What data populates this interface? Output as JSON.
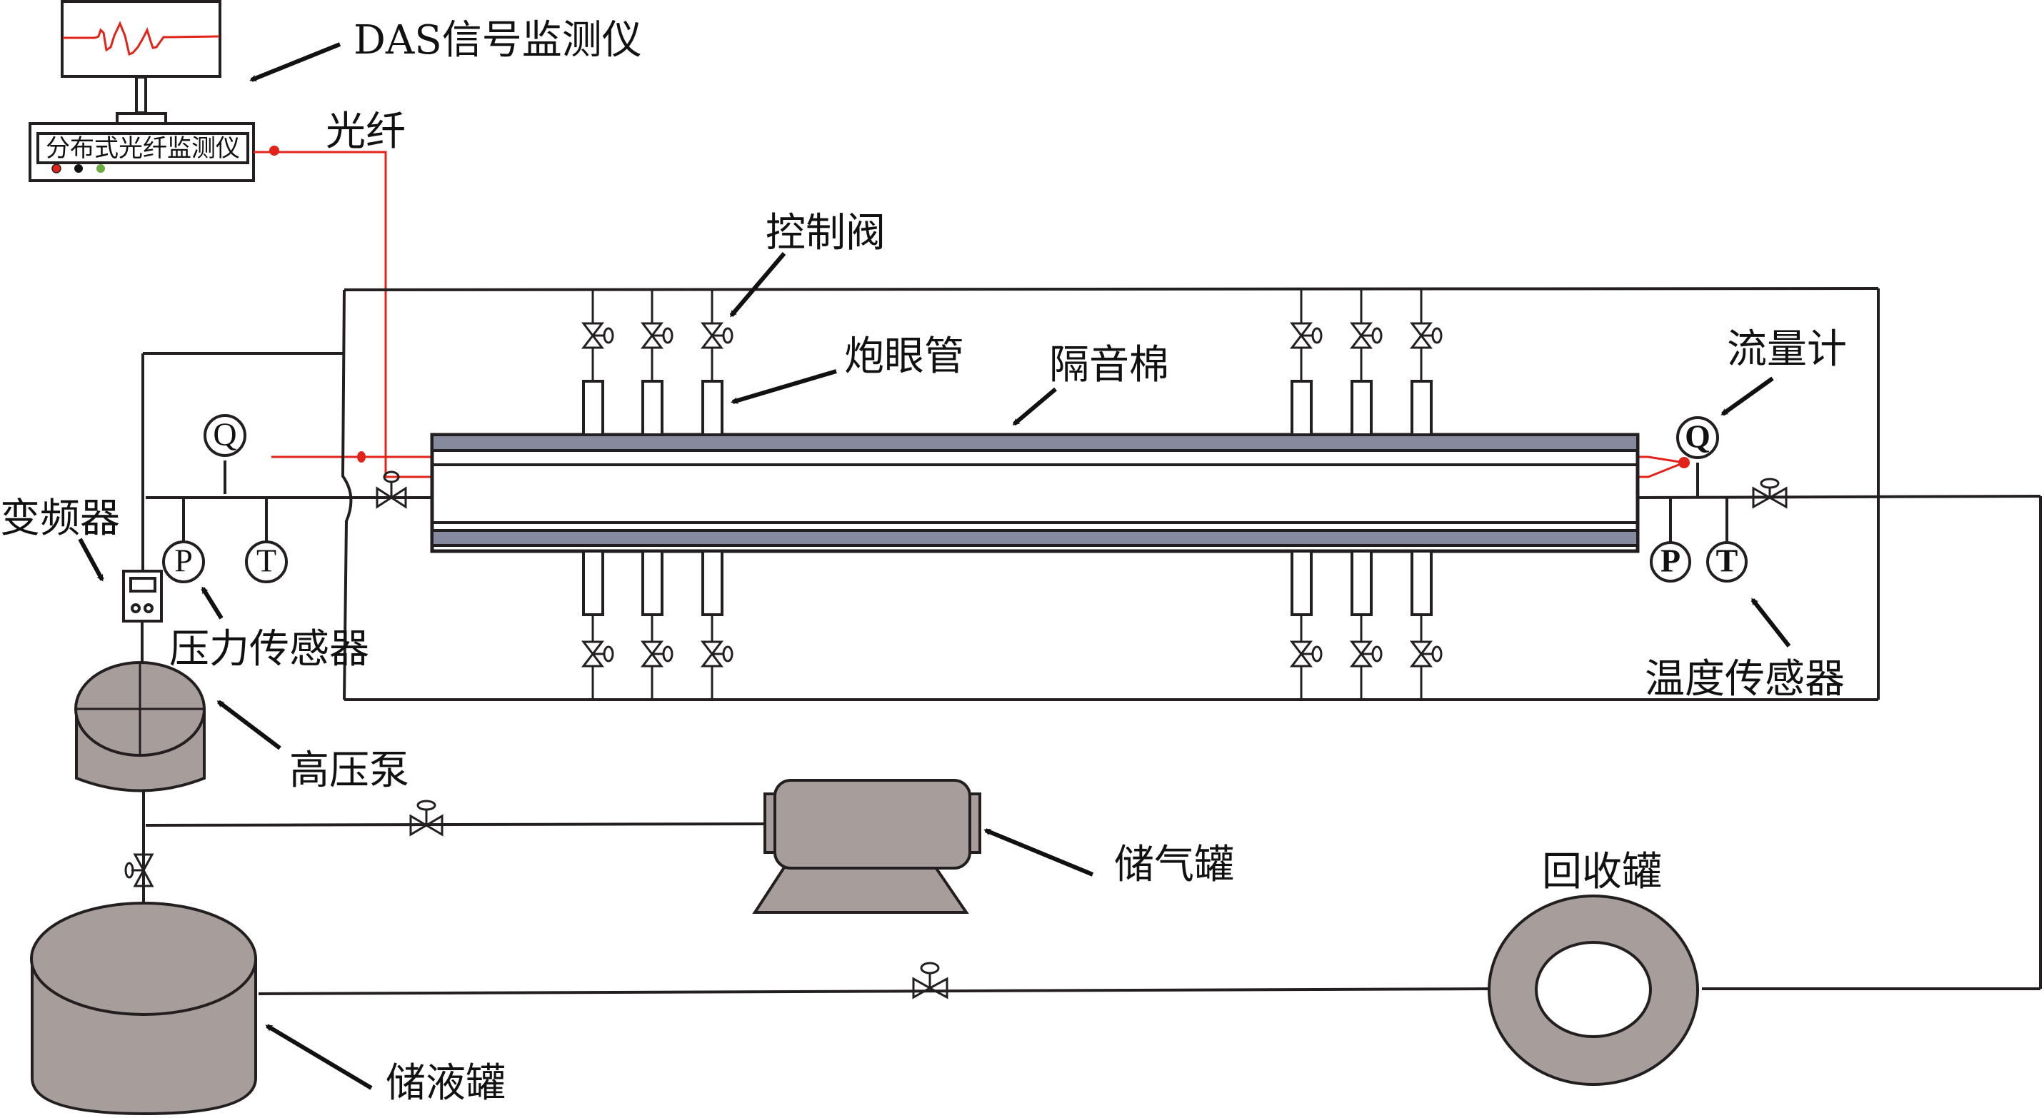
{
  "diagram": {
    "title": "DAS fiber-optic flow monitoring experimental setup",
    "labels": {
      "das_monitor": "DAS信号监测仪",
      "fiber": "光纤",
      "distributed_monitor": "分布式光纤监测仪",
      "control_valve": "控制阀",
      "perforation_tube": "炮眼管",
      "sound_insulation": "隔音棉",
      "flow_meter": "流量计",
      "inverter": "变频器",
      "pressure_sensor": "压力传感器",
      "temperature_sensor": "温度传感器",
      "high_pressure_pump": "高压泵",
      "gas_tank": "储气罐",
      "recovery_tank": "回收罐",
      "liquid_tank": "储液罐"
    },
    "gauges": {
      "inlet": {
        "flow": "Q",
        "pressure": "P",
        "temperature": "T"
      },
      "outlet": {
        "flow": "Q",
        "pressure": "P",
        "temperature": "T"
      }
    },
    "indicator_lights": [
      {
        "name": "red",
        "color": "#e2231a"
      },
      {
        "name": "black",
        "color": "#111111"
      },
      {
        "name": "green",
        "color": "#6aab3f"
      }
    ],
    "colors": {
      "fiber": "#e2231a",
      "tank_fill": "#a79d9b",
      "insulation_fill": "#868a9e",
      "line": "#231f20"
    },
    "perforation_groups": {
      "top_left_count": 3,
      "top_right_count": 3,
      "bottom_left_count": 3,
      "bottom_right_count": 3
    }
  }
}
